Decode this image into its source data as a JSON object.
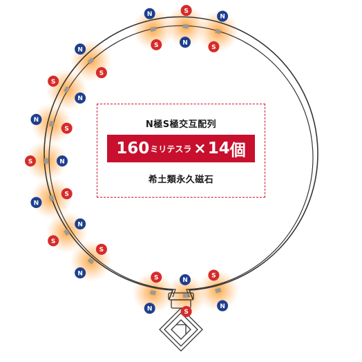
{
  "product": {
    "heading": "N極S極交互配列",
    "banner": {
      "value": "160",
      "unit": "ミリテスラ",
      "times": "×",
      "count": "14",
      "counter": "個"
    },
    "footer": "希土類永久磁石"
  },
  "pole_labels": {
    "north": "N",
    "south": "S"
  },
  "colors": {
    "north": "#1e3f8f",
    "south": "#d62b2b",
    "accent": "#c8102e",
    "glow": "#ff7a1a",
    "cord": "#333333"
  },
  "magnets": {
    "groups": [
      {
        "name": "top",
        "pairs": 7
      },
      {
        "name": "left",
        "pairs": 3
      },
      {
        "name": "right",
        "pairs": 3
      }
    ]
  }
}
